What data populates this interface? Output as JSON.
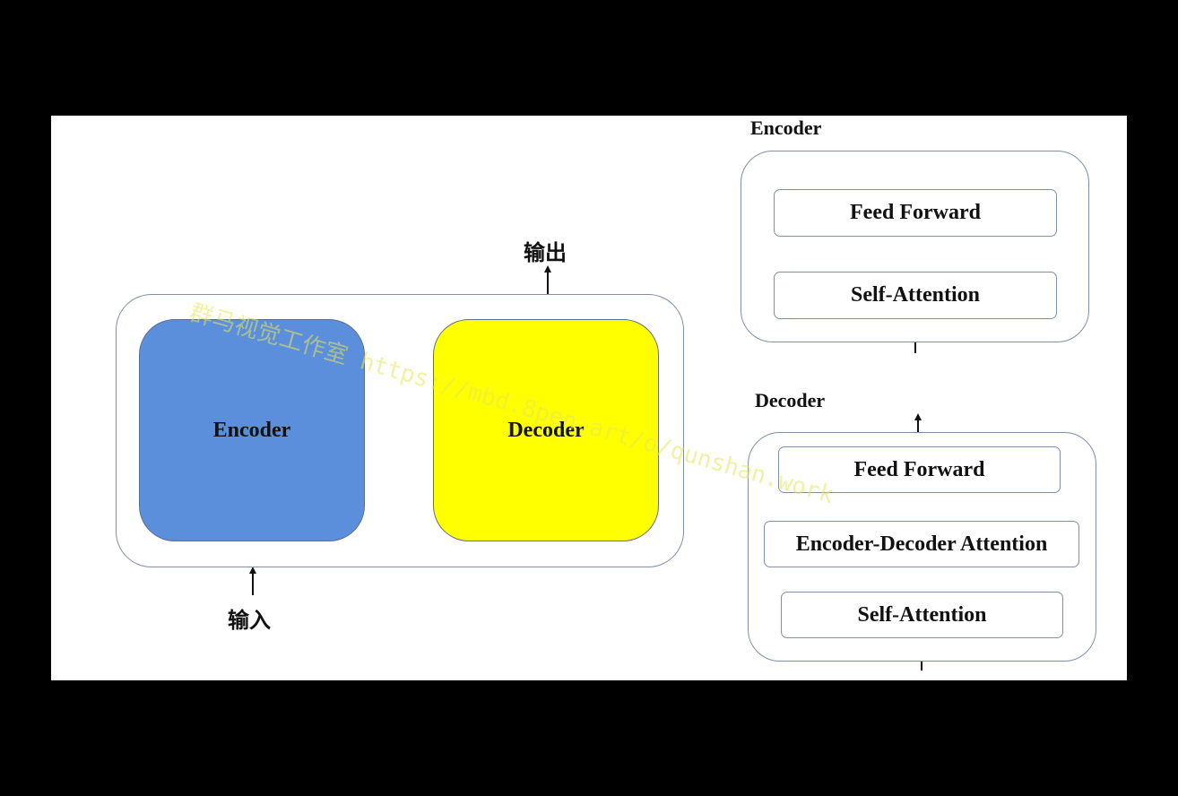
{
  "left_diagram": {
    "output_label": "输出",
    "input_label": "输入",
    "encoder_label": "Encoder",
    "decoder_label": "Decoder",
    "encoder_color": "#5b8fdc",
    "decoder_color": "#ffff00"
  },
  "right_encoder": {
    "title": "Encoder",
    "layers": [
      "Feed Forward",
      "Self-Attention"
    ]
  },
  "right_decoder": {
    "title": "Decoder",
    "layers": [
      "Feed Forward",
      "Encoder-Decoder Attention",
      "Self-Attention"
    ]
  },
  "watermark": "群马视觉工作室 https://mbd.8pen.art/o/qunshan.work"
}
